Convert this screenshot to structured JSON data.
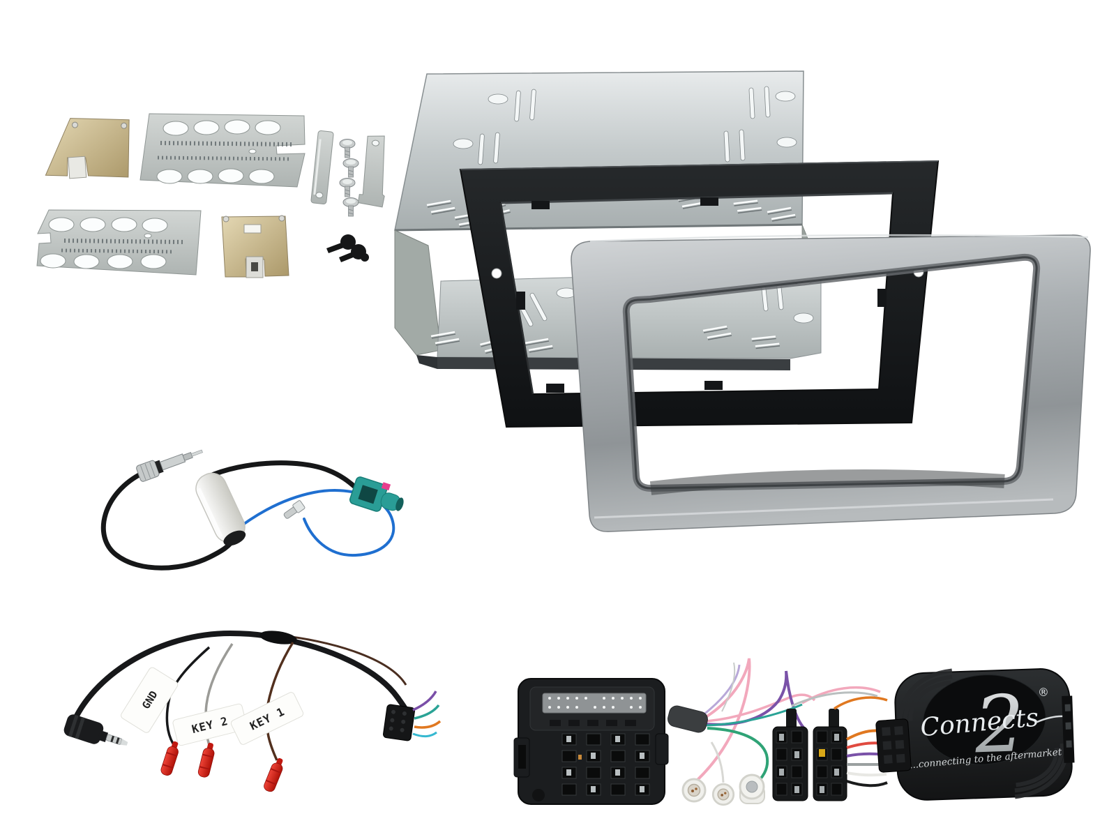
{
  "meta": {
    "title": "Double-DIN car stereo installation kit product photo",
    "background": "#ffffff"
  },
  "wire_labels": {
    "gnd": "GND",
    "key2": "KEY 2",
    "key1": "KEY 1"
  },
  "logo": {
    "script": "Connects",
    "numeral": "2",
    "registered": "®",
    "tagline": "...connecting to the aftermarket"
  },
  "components": {
    "bracket_kit": "fitting-brackets-plates-screws",
    "din_cage": "double-din-metal-mounting-cage",
    "black_fascia": "black-fascia-surround",
    "silver_fascia": "silver-fascia-surround",
    "antenna_adapter": "fakra-to-din-aerial-adapter-with-phantom-power",
    "swc_patch_lead": "steering-wheel-control-patch-lead-35mm-jack",
    "quadlock_harness": "quadlock-to-iso-wiring-harness",
    "iso_connectors": "twin-iso-connector-blocks",
    "swc_interface": "connects2-steering-wheel-interface-box"
  },
  "palette": {
    "metal_silver": "#b4bbbc",
    "fascia_silver": "#9aa0a3",
    "fascia_black": "#17191b",
    "gold_bracket": "#c9b283",
    "crimp_red": "#d42420",
    "fakra_teal": "#2a9d96",
    "wire_blue": "#1f6fd0",
    "wire_pink": "#f2a8bc",
    "wire_purple": "#7a52a8",
    "wire_green": "#2fa376",
    "wire_orange": "#e07820",
    "wire_brown": "#52301e",
    "wire_grey": "#9b9b97"
  }
}
